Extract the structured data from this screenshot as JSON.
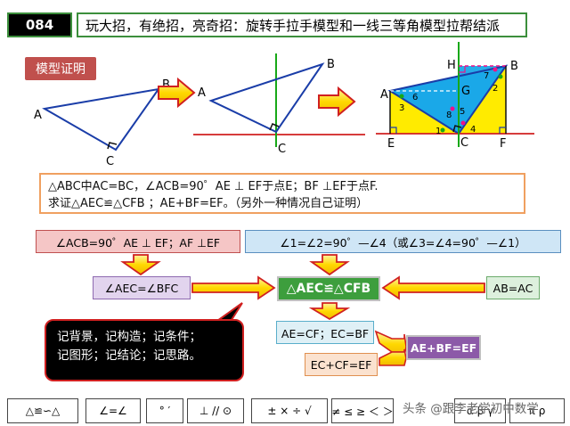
{
  "header": {
    "number": "084",
    "title": "玩大招，有绝招，亮奇招：旋转手拉手模型和一线三等角模型拉帮结派"
  },
  "section_tag": "模型证明",
  "figure1": {
    "A": "A",
    "B": "B",
    "C": "C"
  },
  "figure2": {
    "A": "A",
    "B": "B",
    "C": "C"
  },
  "figure3": {
    "A": "A",
    "B": "B",
    "C": "C",
    "E": "E",
    "F": "F",
    "G": "G",
    "H": "H",
    "angles": [
      "1",
      "2",
      "3",
      "4",
      "5",
      "6",
      "7",
      "8"
    ]
  },
  "problem": {
    "line1": "△ABC中AC=BC，∠ACB=90゜AE ⊥ EF于点E；BF ⊥EF于点F.",
    "line2": "求证△AEC≌△CFB ；AE+BF=EF。（另外一种情况自己证明）"
  },
  "flow": {
    "cond1": "∠ACB=90゜AE ⊥ EF；AF ⊥EF",
    "cond2": "∠1=∠2=90゜—∠4（或∠3=∠4=90゜—∠1）",
    "step_angle": "∠AEC=∠BFC",
    "congruence": "△AEC≌△CFB",
    "side": "AB=AC",
    "equal_sides": "AE=CF；EC=BF",
    "result": "AE+BF=EF",
    "sum": "EC+CF=EF"
  },
  "note": "记背景，记构造；记条件；\n记图形；记结论；记思路。",
  "toolbar": {
    "t1": "△≌∽△",
    "t2": "∠=∠",
    "t3": "° ′",
    "t4": "⊥ // ⊙",
    "t5": "± × ÷ √",
    "t6": "≠ ≤ ≥ ＜ ＞",
    "t7": "α β γ",
    "t8": "π ρ"
  },
  "watermark": "头条 @跟李老学初中数学",
  "colors": {
    "green_border": "#3c8f3c",
    "tag_red": "#c0504d",
    "arrow_yellow": "#ffd800",
    "arrow_red": "#d02020",
    "figure_blue": "#1aa8e8",
    "figure_yellow": "#ffeb00",
    "mirror_line": "#18a818"
  }
}
